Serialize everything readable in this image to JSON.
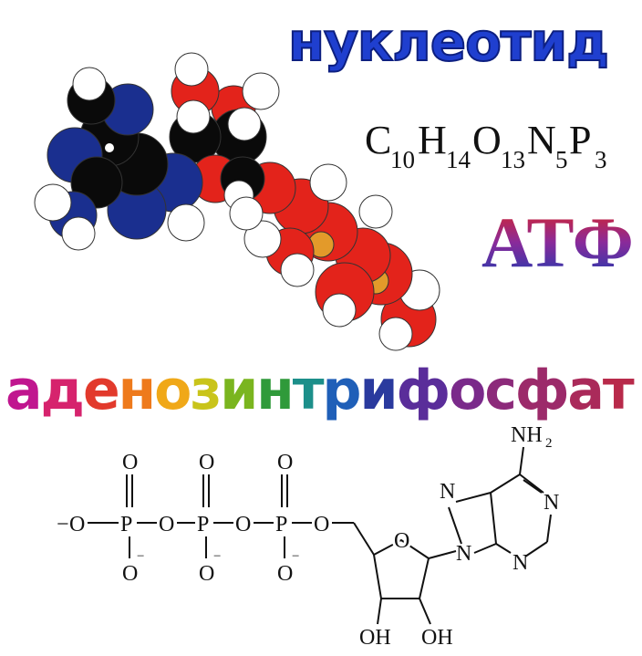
{
  "title": "нуклеотид",
  "formula": {
    "parts": [
      {
        "el": "C",
        "n": "10"
      },
      {
        "el": "H",
        "n": "14"
      },
      {
        "el": "O",
        "n": "13"
      },
      {
        "el": "N",
        "n": "5"
      },
      {
        "el": "P",
        "n": "3"
      }
    ]
  },
  "abbrev": "АТФ",
  "full_name": "аденозинтрифосфат",
  "rainbow_colors": [
    "#c0168f",
    "#d6236d",
    "#e23a2c",
    "#ee7a1c",
    "#f0a818",
    "#c9c41a",
    "#7ab51f",
    "#2f9a3a",
    "#1c8f8a",
    "#1f5fb8",
    "#2a3a9e",
    "#5a2d9a",
    "#7a2a8a",
    "#8c2a7a",
    "#9c2a6a",
    "#aa2a5a",
    "#b82a4a"
  ],
  "structure": {
    "o_minus": "O",
    "o_plain": "O",
    "p": "P",
    "minus": "−",
    "nh2": "NH",
    "nh2_sub": "2",
    "n": "N",
    "oh": "OH"
  },
  "colors": {
    "title": "#1f3fcf",
    "oxygen": "#e3231b",
    "carbon": "#0a0a0a",
    "nitrogen": "#1a2f8f",
    "hydrogen": "#ffffff",
    "phosphorus": "#e39a2a"
  }
}
